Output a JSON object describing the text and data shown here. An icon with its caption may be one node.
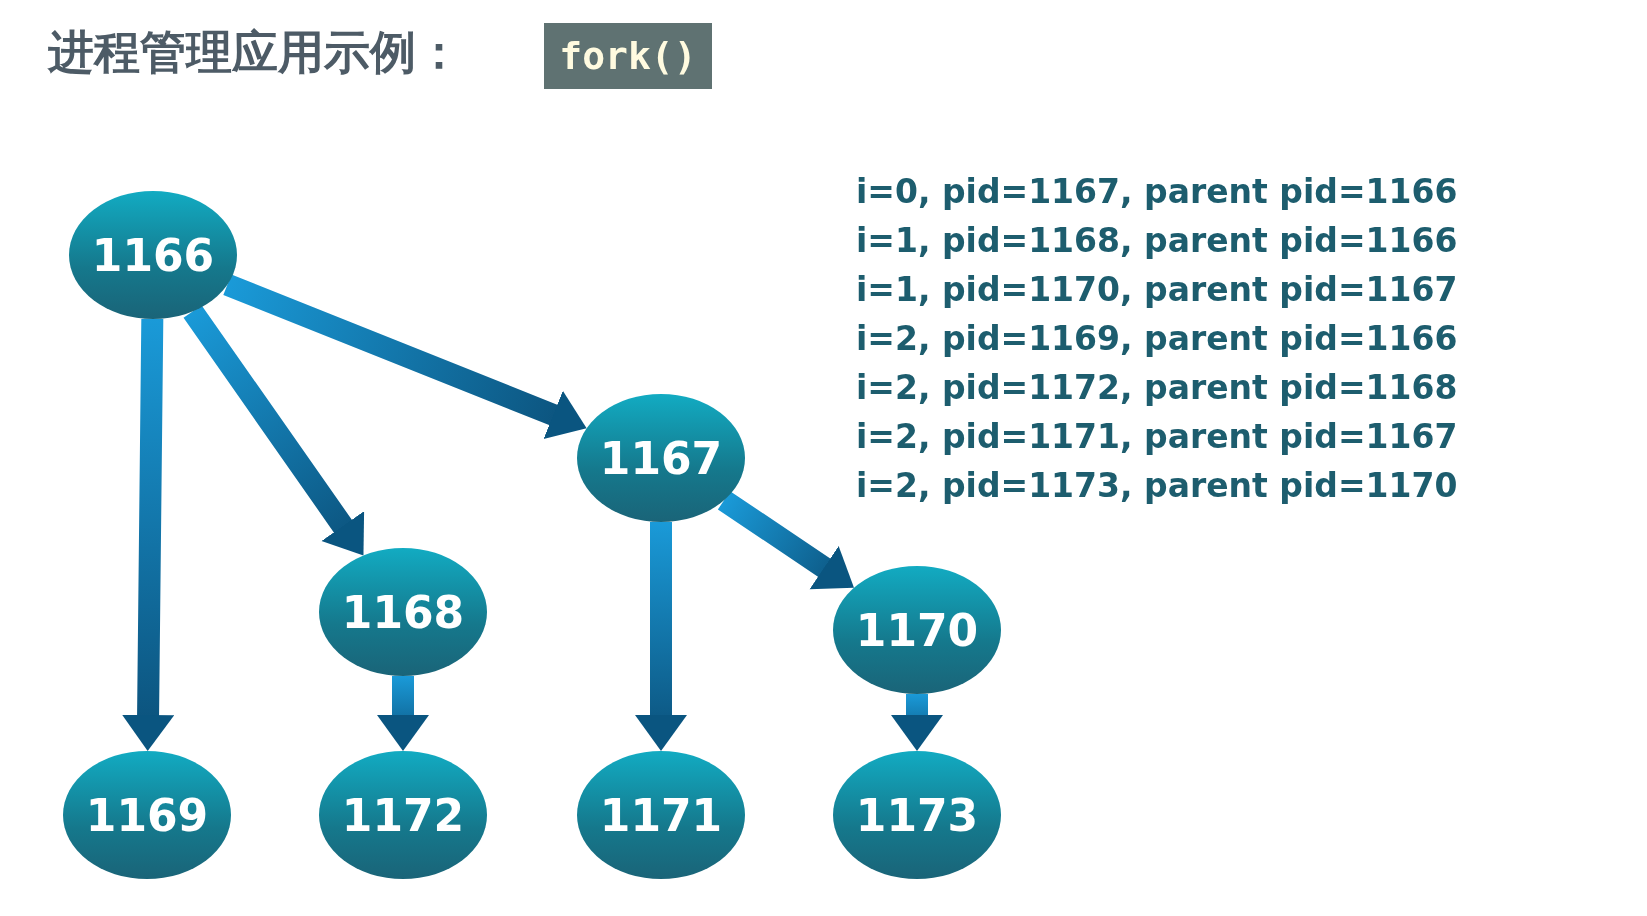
{
  "diagram": {
    "title": "进程管理应用示例：",
    "nodes": [
      {
        "text": [
          "1166"
        ]
      },
      {
        "text": [
          "1167"
        ]
      },
      {
        "text": [
          "1168"
        ]
      },
      {
        "text": [
          "1170"
        ]
      },
      {
        "text": [
          "1169"
        ]
      },
      {
        "text": [
          "1172"
        ]
      },
      {
        "text": [
          "1171"
        ]
      },
      {
        "text": [
          "1173"
        ]
      }
    ],
    "edges": [
      {
        "from": 0,
        "to": 1,
        "arrow": "to"
      },
      {
        "from": 0,
        "to": 2,
        "arrow": "to"
      },
      {
        "from": 0,
        "to": 4,
        "arrow": "to"
      },
      {
        "from": 1,
        "to": 6,
        "arrow": "to"
      },
      {
        "from": 1,
        "to": 3,
        "arrow": "to"
      },
      {
        "from": 2,
        "to": 5,
        "arrow": "to"
      },
      {
        "from": 3,
        "to": 7,
        "arrow": "to"
      }
    ],
    "labels": [
      "fork()",
      "i=0, pid=1167, parent pid=1166",
      "i=1, pid=1168, parent pid=1166",
      "i=1, pid=1170, parent pid=1167",
      "i=2, pid=1169, parent pid=1166",
      "i=2, pid=1172, parent pid=1168",
      "i=2, pid=1171, parent pid=1167",
      "i=2, pid=1173, parent pid=1170"
    ]
  }
}
